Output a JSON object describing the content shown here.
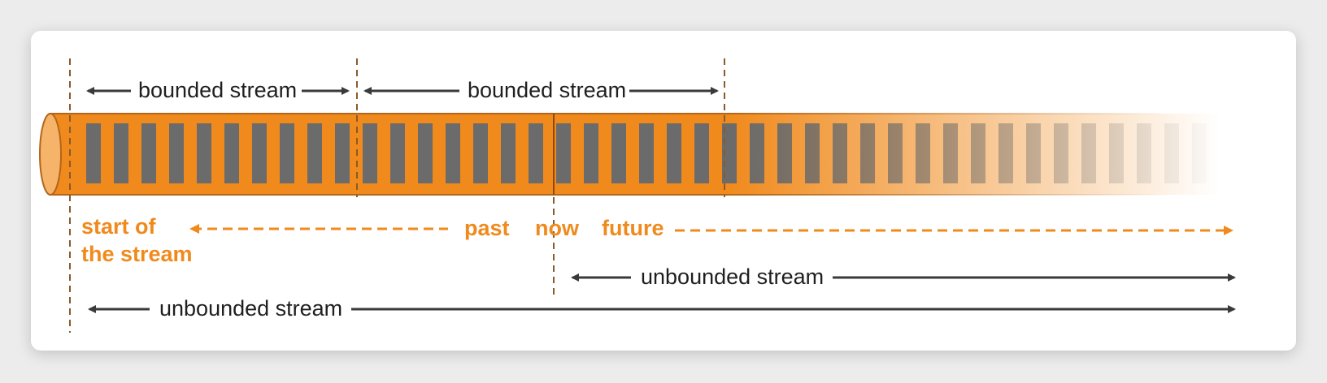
{
  "diagram": {
    "labels": {
      "bounded_stream_1": "bounded stream",
      "bounded_stream_2": "bounded stream",
      "start_line1": "start of",
      "start_line2": "the stream",
      "past": "past",
      "now": "now",
      "future": "future",
      "unbounded_from_now": "unbounded stream",
      "unbounded_from_start": "unbounded stream"
    },
    "colors": {
      "tube": "#f08a1c",
      "tube_dark": "#b3661a",
      "block": "#6b6b6b",
      "marker_line": "#8a5a2b",
      "arrow_dark": "#3a3a3a",
      "arrow_orange": "#f08a1c",
      "background": "#ffffff"
    }
  }
}
